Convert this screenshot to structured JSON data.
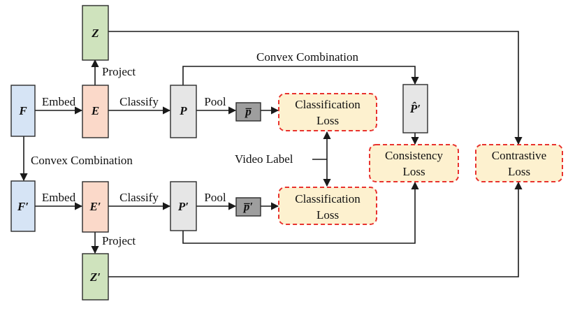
{
  "nodes": {
    "z": "Z",
    "f": "F",
    "e": "E",
    "p": "P",
    "p_bar": "p̅",
    "p_hat_prime": "P̂′",
    "f_prime": "F′",
    "e_prime": "E′",
    "p_prime": "P′",
    "p_bar_prime": "p̅′",
    "z_prime": "Z′"
  },
  "labels": {
    "project_top": "Project",
    "convex_combination_top": "Convex Combination",
    "embed_top": "Embed",
    "classify_top": "Classify",
    "pool_top": "Pool",
    "convex_combination_left": "Convex Combination",
    "video_label": "Video Label",
    "embed_bottom": "Embed",
    "classify_bottom": "Classify",
    "pool_bottom": "Pool",
    "project_bottom": "Project"
  },
  "losses": {
    "classification_top": [
      "Classification",
      "Loss"
    ],
    "classification_bottom": [
      "Classification",
      "Loss"
    ],
    "consistency": [
      "Consistency",
      "Loss"
    ],
    "contrastive": [
      "Contrastive",
      "Loss"
    ]
  },
  "colors": {
    "green": "#cfe3bd",
    "blue": "#d6e4f5",
    "peach": "#fbd9c9",
    "gray": "#e6e6e6",
    "dark_gray": "#9e9e9e",
    "loss_fill": "#fdf1cf",
    "loss_border": "#e8322e"
  }
}
